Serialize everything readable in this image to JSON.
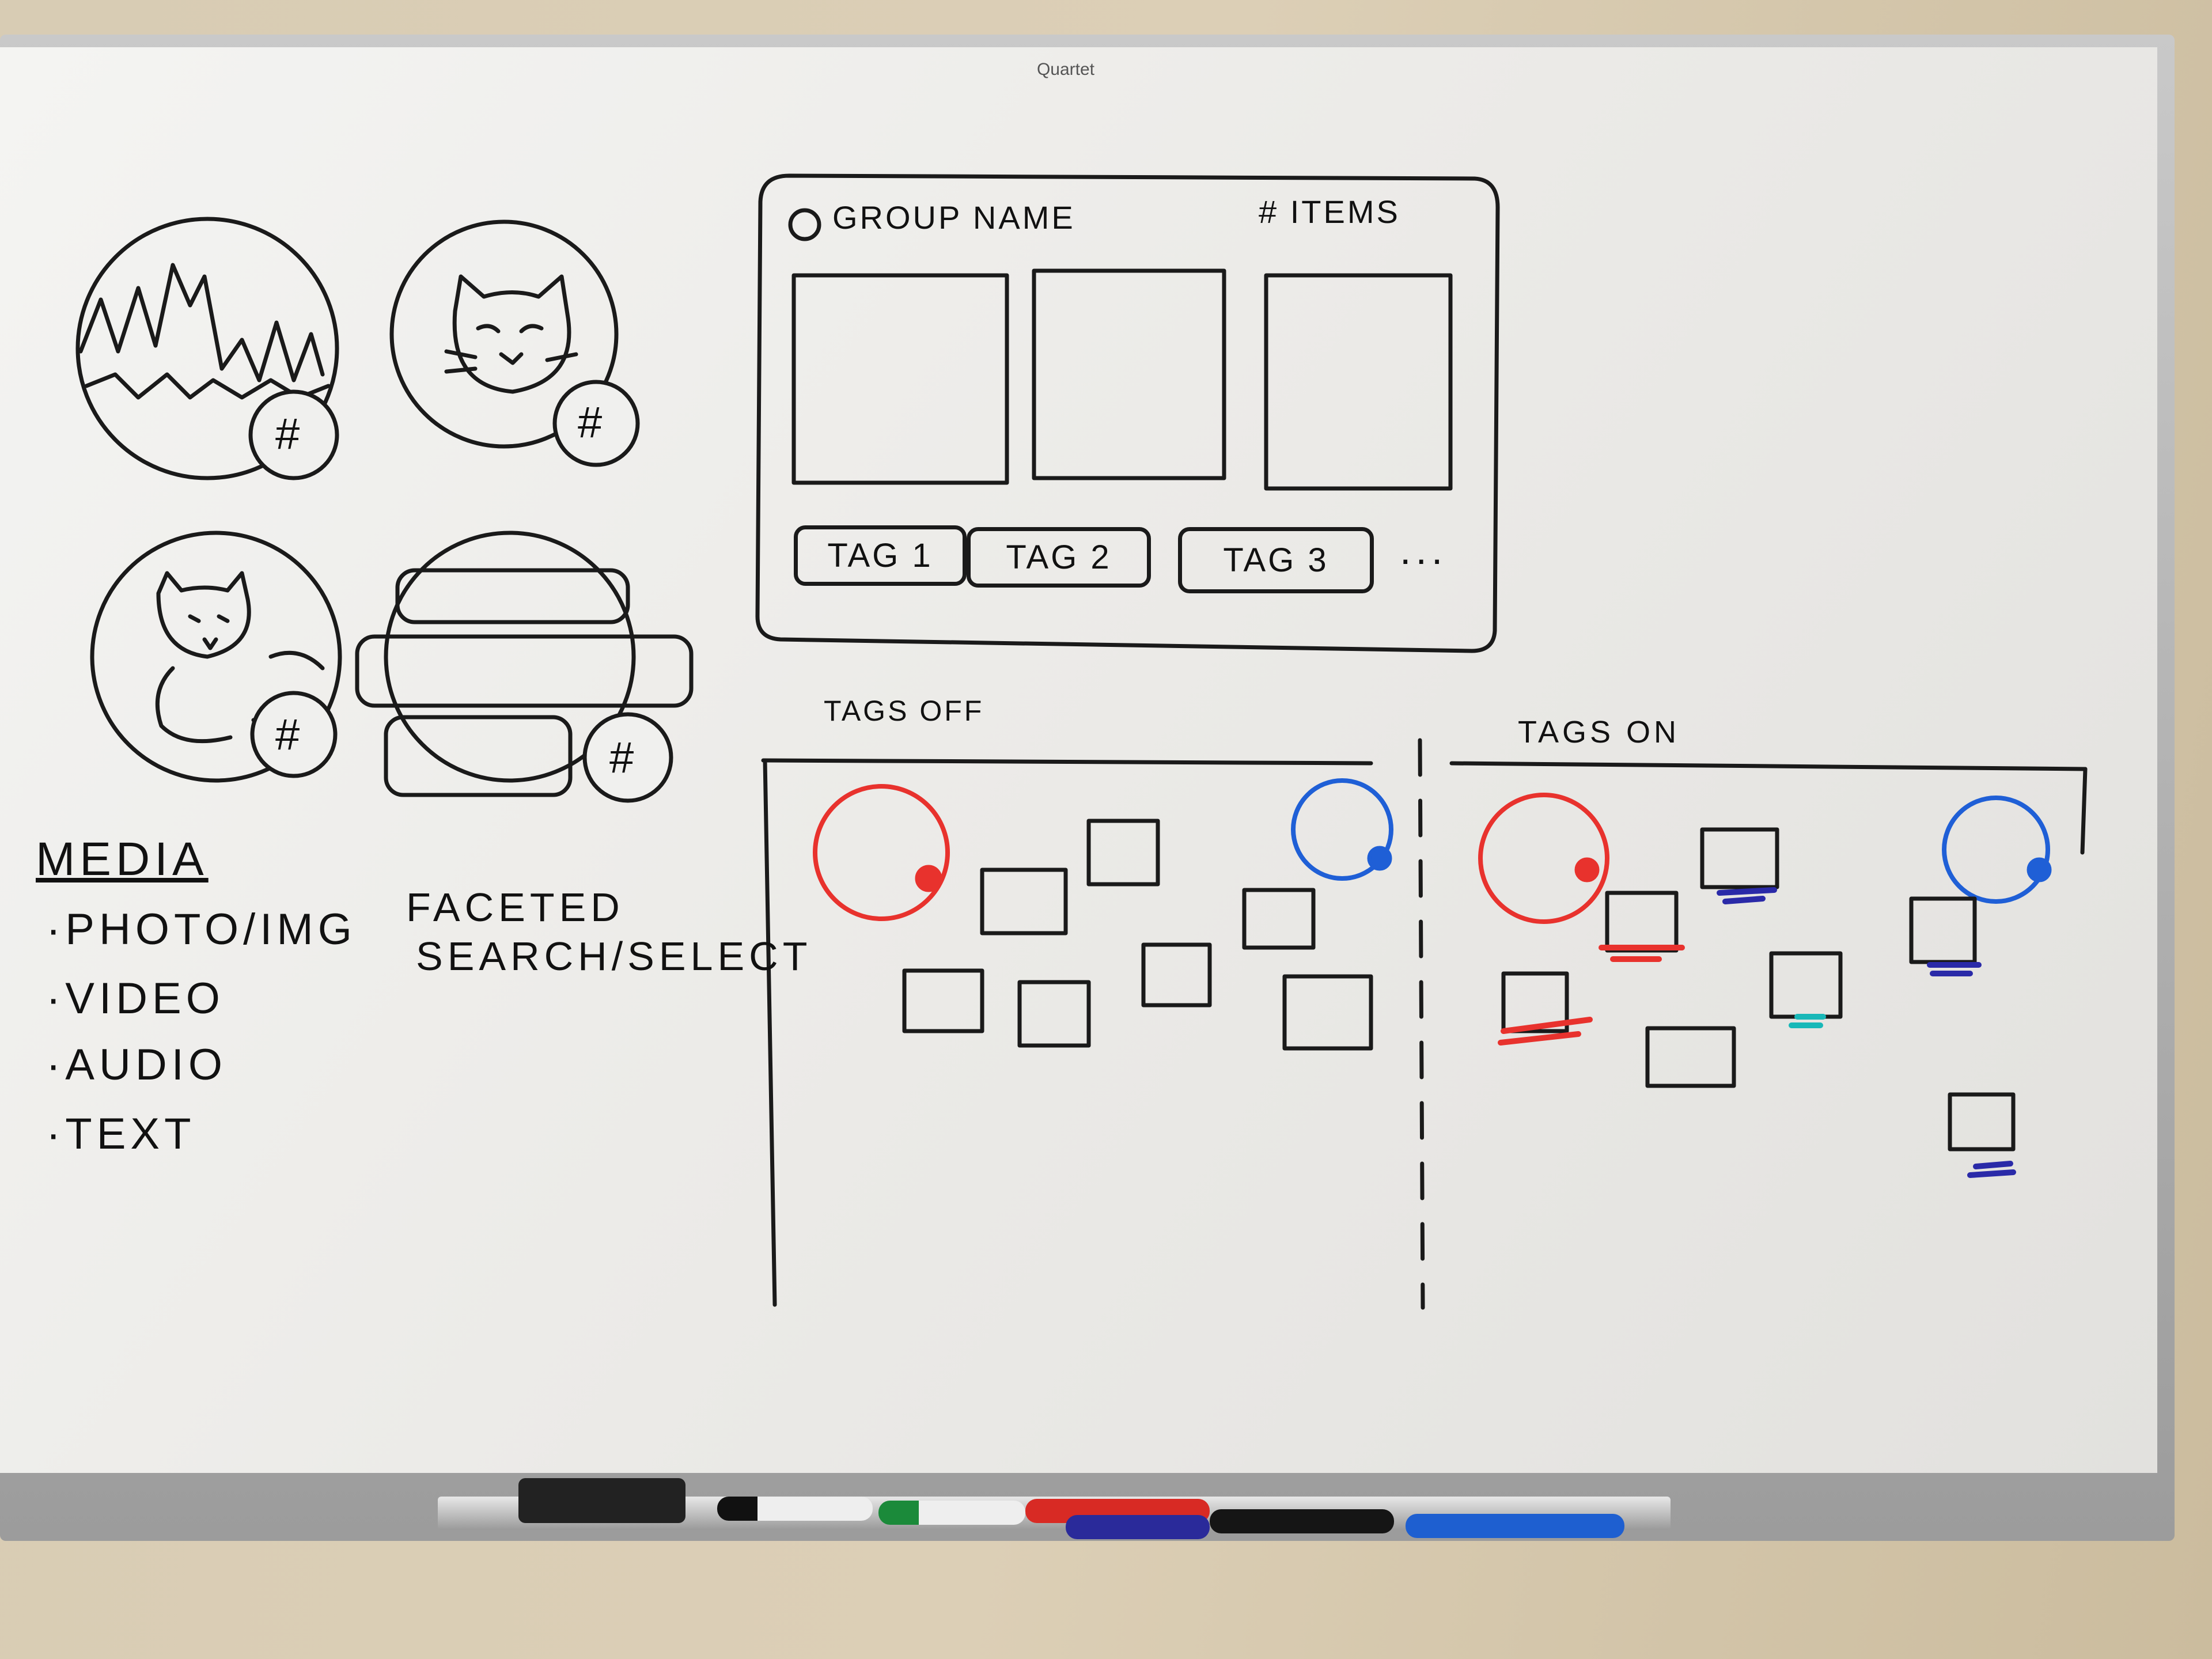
{
  "board": {
    "brand": "Quartet"
  },
  "badges": {
    "hash": "#"
  },
  "media": {
    "title": "MEDIA",
    "items": [
      "·PHOTO/IMG",
      "·VIDEO",
      "·AUDIO",
      "·TEXT"
    ]
  },
  "faceted": {
    "line1": "FACETED",
    "line2": "SEARCH/SELECT"
  },
  "group_card": {
    "name": "GROUP NAME",
    "count": "# ITEMS",
    "tags": [
      "TAG 1",
      "TAG 2",
      "TAG 3"
    ],
    "more": "..."
  },
  "panels": {
    "off_label": "TAGS OFF",
    "on_label": "TAGS ON"
  },
  "colors": {
    "ink": "#1a1a1a",
    "red": "#e8322d",
    "blue": "#1f5fd6",
    "teal": "#19b8b8",
    "navy": "#2a2aa8"
  }
}
